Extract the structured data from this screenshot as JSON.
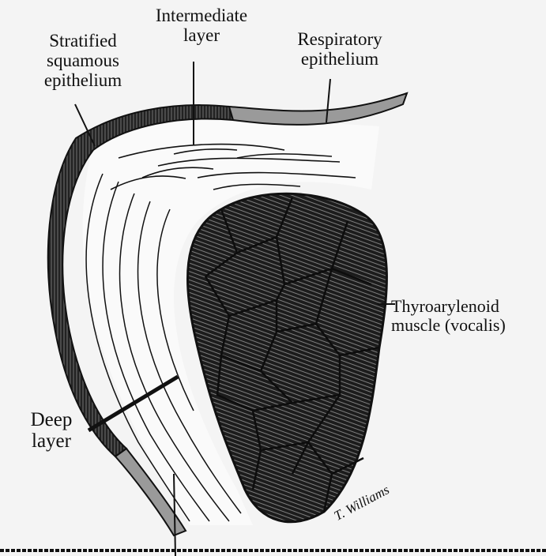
{
  "labels": {
    "stratified": [
      "Stratified",
      "squamous",
      "epithelium"
    ],
    "intermediate": [
      "Intermediate",
      "layer"
    ],
    "respiratory": [
      "Respiratory",
      "epithelium"
    ],
    "thyro": [
      "Thyroarylenoid",
      "muscle (vocalis)"
    ],
    "deep": [
      "Deep",
      "layer"
    ]
  },
  "signature": "T. Williams",
  "colors": {
    "ink": "#111111",
    "paper": "#f4f4f4",
    "respiratory": "#9a9a9a",
    "muscle": "#2b2b2b"
  }
}
